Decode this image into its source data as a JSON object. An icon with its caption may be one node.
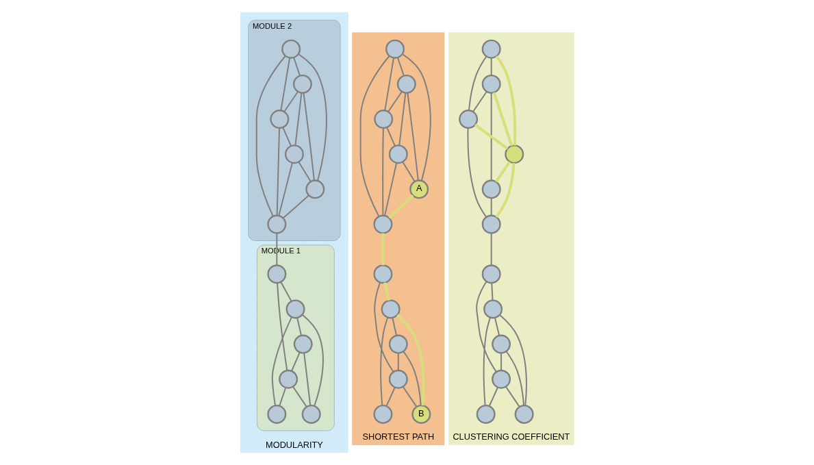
{
  "diagram": {
    "nodes": [
      {
        "text": [
          "MODULARITY"
        ]
      },
      {
        "text": [
          "MODULE 2"
        ],
        "in": 0
      },
      {
        "text": [],
        "shape": "circle",
        "in": 1
      },
      {
        "text": [],
        "shape": "circle",
        "in": 1
      },
      {
        "text": [],
        "shape": "circle",
        "in": 1
      },
      {
        "text": [],
        "shape": "circle",
        "in": 1
      },
      {
        "text": [],
        "shape": "circle",
        "in": 1
      },
      {
        "text": [],
        "shape": "circle",
        "in": 1
      },
      {
        "text": [
          "MODULE 1"
        ],
        "in": 0
      },
      {
        "text": [],
        "shape": "circle",
        "in": 8
      },
      {
        "text": [],
        "shape": "circle",
        "in": 8
      },
      {
        "text": [],
        "shape": "circle",
        "in": 8
      },
      {
        "text": [],
        "shape": "circle",
        "in": 8
      },
      {
        "text": [],
        "shape": "circle",
        "in": 8
      },
      {
        "text": [],
        "shape": "circle",
        "in": 8
      },
      {
        "text": [
          "SHORTEST PATH"
        ]
      },
      {
        "text": [],
        "shape": "circle",
        "in": 15
      },
      {
        "text": [],
        "shape": "circle",
        "in": 15
      },
      {
        "text": [],
        "shape": "circle",
        "in": 15
      },
      {
        "text": [],
        "shape": "circle",
        "in": 15
      },
      {
        "text": [
          "A"
        ],
        "in": 15
      },
      {
        "text": [],
        "shape": "circle",
        "in": 15
      },
      {
        "text": [],
        "shape": "circle",
        "in": 15
      },
      {
        "text": [],
        "shape": "circle",
        "in": 15
      },
      {
        "text": [],
        "shape": "circle",
        "in": 15
      },
      {
        "text": [],
        "shape": "circle",
        "in": 15
      },
      {
        "text": [
          "B"
        ],
        "in": 15
      },
      {
        "text": [],
        "shape": "circle",
        "in": 15
      },
      {
        "text": [
          "CLUSTERING COEFFICIENT"
        ]
      },
      {
        "text": [],
        "shape": "circle",
        "in": 28
      },
      {
        "text": [],
        "shape": "circle",
        "in": 28
      },
      {
        "text": [],
        "shape": "circle",
        "in": 28
      },
      {
        "text": [],
        "shape": "circle",
        "in": 28
      },
      {
        "text": [],
        "shape": "circle",
        "in": 28
      },
      {
        "text": [],
        "shape": "circle",
        "in": 28
      },
      {
        "text": [],
        "shape": "circle",
        "in": 28
      },
      {
        "text": [],
        "shape": "circle",
        "in": 28
      },
      {
        "text": [],
        "shape": "circle",
        "in": 28
      },
      {
        "text": [],
        "shape": "circle",
        "in": 28
      },
      {
        "text": [],
        "shape": "circle",
        "in": 28
      },
      {
        "text": [],
        "shape": "circle",
        "in": 28
      }
    ],
    "edges": [
      {
        "from": 2,
        "to": 3,
        "arrow": "none"
      },
      {
        "from": 2,
        "to": 4,
        "arrow": "none"
      },
      {
        "from": 2,
        "to": 6,
        "arrow": "none"
      },
      {
        "from": 2,
        "to": 7,
        "arrow": "none"
      },
      {
        "from": 3,
        "to": 4,
        "arrow": "none"
      },
      {
        "from": 3,
        "to": 5,
        "arrow": "none"
      },
      {
        "from": 3,
        "to": 6,
        "arrow": "none"
      },
      {
        "from": 4,
        "to": 5,
        "arrow": "none"
      },
      {
        "from": 4,
        "to": 7,
        "arrow": "none"
      },
      {
        "from": 5,
        "to": 6,
        "arrow": "none"
      },
      {
        "from": 5,
        "to": 7,
        "arrow": "none"
      },
      {
        "from": 6,
        "to": 7,
        "arrow": "none"
      },
      {
        "from": 7,
        "to": 9,
        "arrow": "none"
      },
      {
        "from": 9,
        "to": 10,
        "arrow": "none"
      },
      {
        "from": 9,
        "to": 12,
        "arrow": "none"
      },
      {
        "from": 10,
        "to": 11,
        "arrow": "none"
      },
      {
        "from": 10,
        "to": 13,
        "arrow": "none"
      },
      {
        "from": 10,
        "to": 14,
        "arrow": "none"
      },
      {
        "from": 11,
        "to": 12,
        "arrow": "none"
      },
      {
        "from": 11,
        "to": 13,
        "arrow": "none"
      },
      {
        "from": 12,
        "to": 13,
        "arrow": "none"
      },
      {
        "from": 12,
        "to": 14,
        "arrow": "none"
      },
      {
        "from": 16,
        "to": 17,
        "arrow": "none"
      },
      {
        "from": 16,
        "to": 18,
        "arrow": "none"
      },
      {
        "from": 16,
        "to": 20,
        "arrow": "none"
      },
      {
        "from": 16,
        "to": 21,
        "arrow": "none"
      },
      {
        "from": 17,
        "to": 18,
        "arrow": "none"
      },
      {
        "from": 17,
        "to": 19,
        "arrow": "none"
      },
      {
        "from": 17,
        "to": 20,
        "arrow": "none"
      },
      {
        "from": 18,
        "to": 19,
        "arrow": "none"
      },
      {
        "from": 18,
        "to": 21,
        "arrow": "none"
      },
      {
        "from": 19,
        "to": 20,
        "arrow": "none"
      },
      {
        "from": 19,
        "to": 21,
        "arrow": "none"
      },
      {
        "from": 20,
        "to": 21,
        "arrow": "none",
        "style": "thick",
        "color": "#d6df7c"
      },
      {
        "from": 21,
        "to": 22,
        "arrow": "none",
        "style": "thick",
        "color": "#d6df7c"
      },
      {
        "from": 22,
        "to": 23,
        "arrow": "none",
        "style": "thick",
        "color": "#d6df7c"
      },
      {
        "from": 22,
        "to": 25,
        "arrow": "none"
      },
      {
        "from": 23,
        "to": 24,
        "arrow": "none"
      },
      {
        "from": 23,
        "to": 26,
        "arrow": "none",
        "style": "thick",
        "color": "#d6df7c"
      },
      {
        "from": 23,
        "to": 27,
        "arrow": "none"
      },
      {
        "from": 24,
        "to": 25,
        "arrow": "none"
      },
      {
        "from": 24,
        "to": 26,
        "arrow": "none"
      },
      {
        "from": 25,
        "to": 26,
        "arrow": "none"
      },
      {
        "from": 25,
        "to": 27,
        "arrow": "none"
      },
      {
        "from": 29,
        "to": 30,
        "arrow": "none"
      },
      {
        "from": 29,
        "to": 31,
        "arrow": "none"
      },
      {
        "from": 29,
        "to": 32,
        "arrow": "none",
        "style": "thick",
        "color": "#d6df7c"
      },
      {
        "from": 30,
        "to": 31,
        "arrow": "none"
      },
      {
        "from": 30,
        "to": 32,
        "arrow": "none",
        "style": "thick",
        "color": "#d6df7c"
      },
      {
        "from": 30,
        "to": 33,
        "arrow": "none"
      },
      {
        "from": 31,
        "to": 32,
        "arrow": "none",
        "style": "thick",
        "color": "#d6df7c"
      },
      {
        "from": 31,
        "to": 34,
        "arrow": "none"
      },
      {
        "from": 32,
        "to": 33,
        "arrow": "none",
        "style": "thick",
        "color": "#d6df7c"
      },
      {
        "from": 32,
        "to": 34,
        "arrow": "none",
        "style": "thick",
        "color": "#d6df7c"
      },
      {
        "from": 33,
        "to": 34,
        "arrow": "none"
      },
      {
        "from": 34,
        "to": 35,
        "arrow": "none"
      },
      {
        "from": 35,
        "to": 36,
        "arrow": "none"
      },
      {
        "from": 35,
        "to": 38,
        "arrow": "none"
      },
      {
        "from": 36,
        "to": 37,
        "arrow": "none"
      },
      {
        "from": 36,
        "to": 39,
        "arrow": "none"
      },
      {
        "from": 36,
        "to": 40,
        "arrow": "none"
      },
      {
        "from": 37,
        "to": 38,
        "arrow": "none"
      },
      {
        "from": 37,
        "to": 39,
        "arrow": "none"
      },
      {
        "from": 38,
        "to": 39,
        "arrow": "none"
      },
      {
        "from": 38,
        "to": 40,
        "arrow": "none"
      }
    ]
  }
}
